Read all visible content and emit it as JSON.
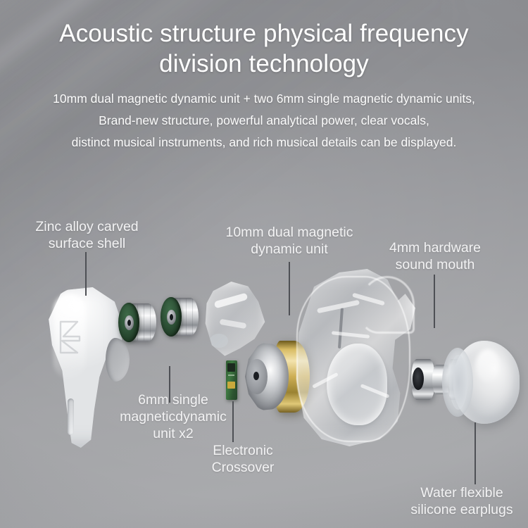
{
  "heading": {
    "line1": "Acoustic structure physical frequency",
    "line2": "division technology"
  },
  "subheading": {
    "line1": "10mm dual magnetic dynamic unit + two 6mm single magnetic dynamic units,",
    "line2": "Brand-new structure, powerful analytical power, clear vocals,",
    "line3": "distinct musical instruments, and rich musical details can be displayed."
  },
  "callouts": {
    "zinc_shell": "Zinc alloy carved\nsurface shell",
    "dual_driver": "10mm dual magnetic\ndynamic unit",
    "sound_mouth": "4mm hardware\nsound mouth",
    "single_driver": "6mm single\nmagneticdynamic\nunit x2",
    "crossover": "Electronic\nCrossover",
    "eartips": "Water flexible\nsilicone earplugs"
  },
  "brand": {
    "logo_text": "KZ"
  },
  "colors": {
    "background_top": "#8f9094",
    "background_bottom": "#a9aaad",
    "heading_text": "#ffffff",
    "label_text": "#f2f2f3",
    "leader_line": "#4e5055",
    "driver_green": "#2f5338",
    "driver_gold": "#cdae54",
    "pcb_green": "#3f7a42",
    "pcb_pad_gold": "#c8a93c",
    "metal_silver": "#c9cbce",
    "shell_white": "#f2f3f4"
  }
}
